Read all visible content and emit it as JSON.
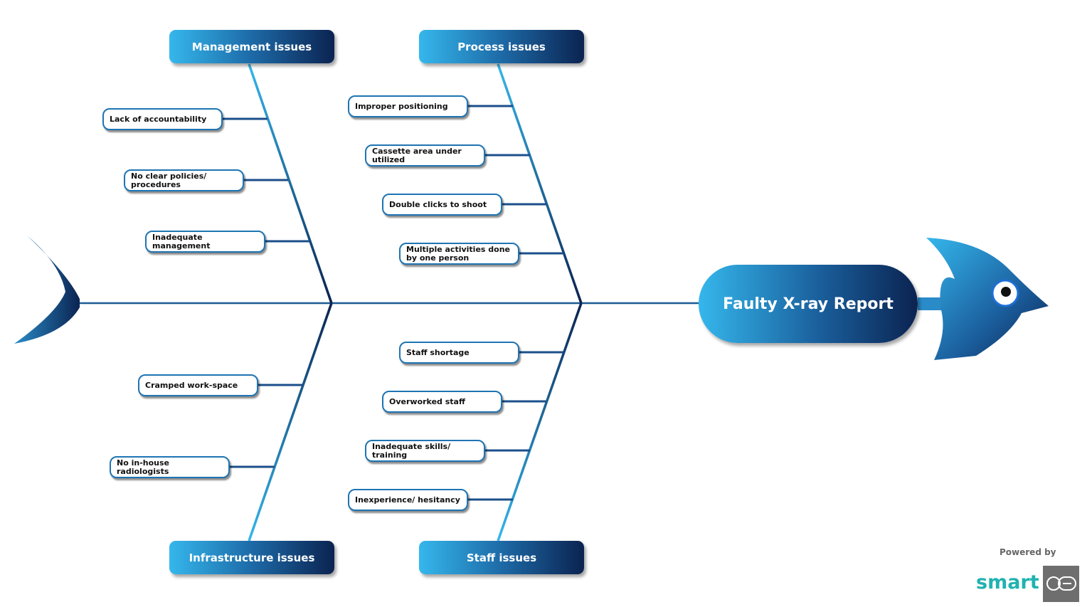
{
  "effect": "Faulty X-ray Report",
  "categories": {
    "management": "Management issues",
    "process": "Process issues",
    "infrastructure": "Infrastructure issues",
    "staff": "Staff issues"
  },
  "causes": {
    "management": [
      "Lack of accountability",
      "No clear policies/ procedures",
      "Inadequate management"
    ],
    "process": [
      "Improper positioning",
      "Cassette area under utilized",
      "Double clicks to shoot",
      "Multiple activities done by one person"
    ],
    "infrastructure": [
      "Cramped work-space",
      "No in-house radiologists"
    ],
    "staff": [
      "Staff shortage",
      "Overworked staff",
      "Inadequate skills/ training",
      "Inexperience/ hesitancy"
    ]
  },
  "footer": {
    "powered_by": "Powered by",
    "brand": "smart"
  },
  "colors": {
    "light_blue": "#35b7ec",
    "dark_navy": "#0b2351",
    "mid_blue": "#1d6aa7"
  }
}
